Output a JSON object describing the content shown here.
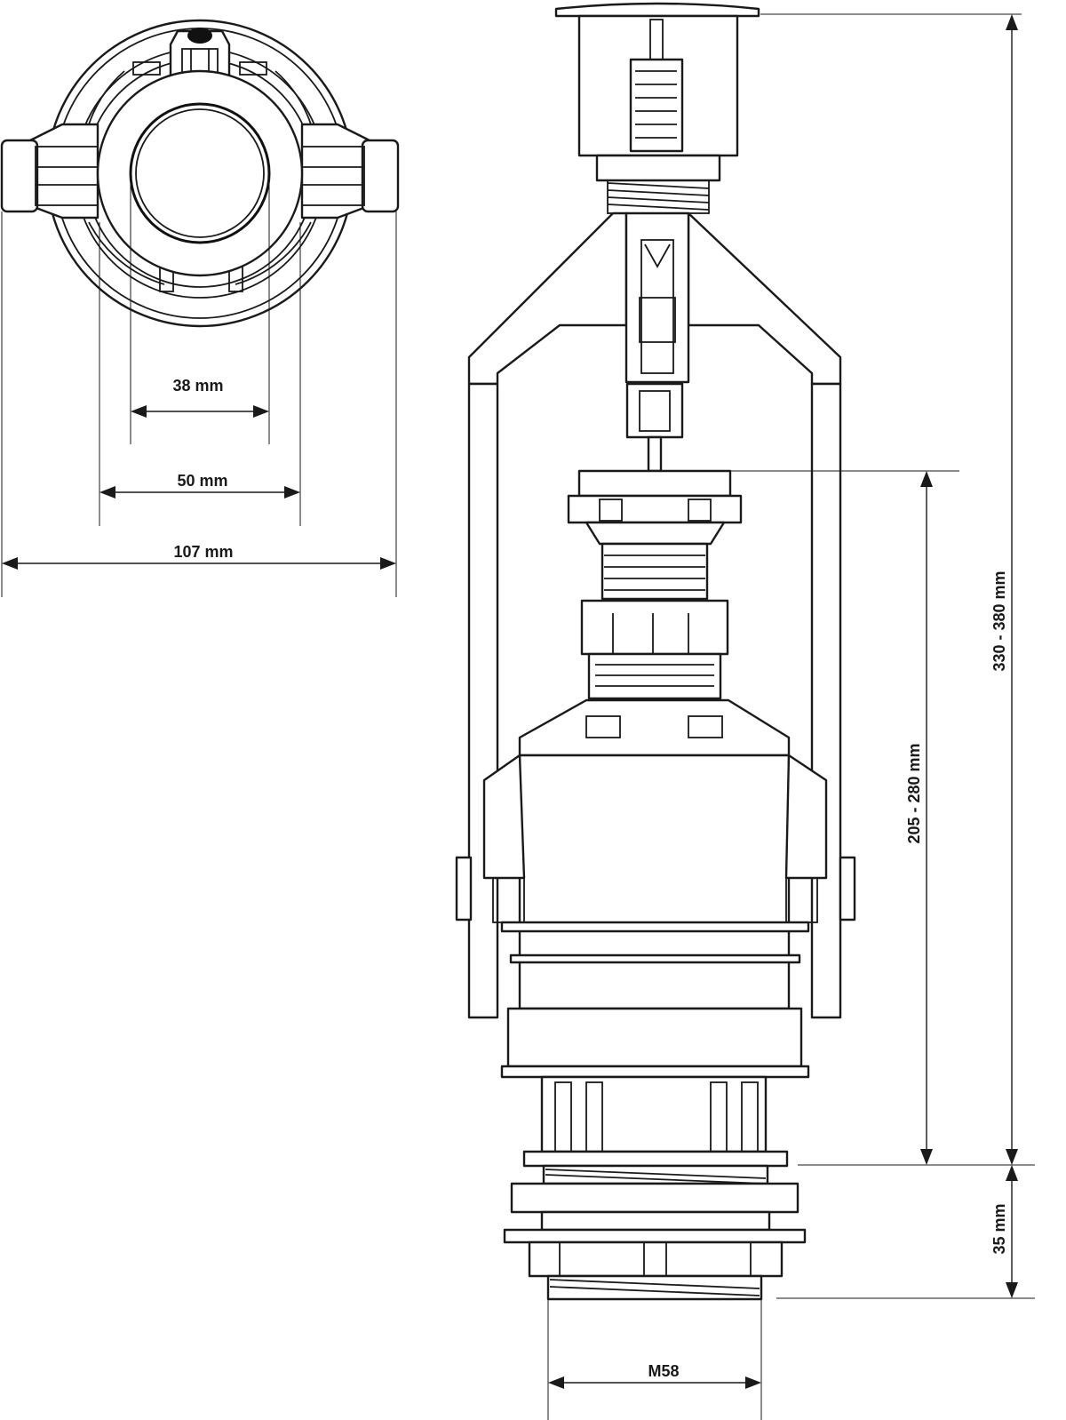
{
  "dimensions": {
    "inner_diameter": "38 mm",
    "outer_ring": "50 mm",
    "overall_width": "107 mm",
    "total_height": "330 - 380 mm",
    "body_height": "205 - 280 mm",
    "thread_height": "35 mm",
    "thread_size": "M58"
  }
}
